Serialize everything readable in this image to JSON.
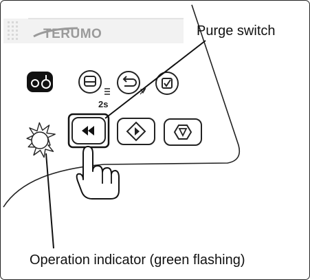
{
  "brand": {
    "logo_text": "TERUMO"
  },
  "buttons": {
    "hold_time_label": "2s"
  },
  "callouts": {
    "purge_switch": "Purge switch",
    "operation_indicator": "Operation indicator (green flashing)"
  },
  "colors": {
    "outline": "#222222",
    "brand_gray": "#9a9a9a",
    "power_button_fill": "#111111"
  },
  "icons": [
    "power-icon",
    "display-icon",
    "back-icon",
    "confirm-icon",
    "rewind-icon",
    "start-icon",
    "stop-icon",
    "hand-pointer-icon",
    "indicator-light-icon"
  ]
}
